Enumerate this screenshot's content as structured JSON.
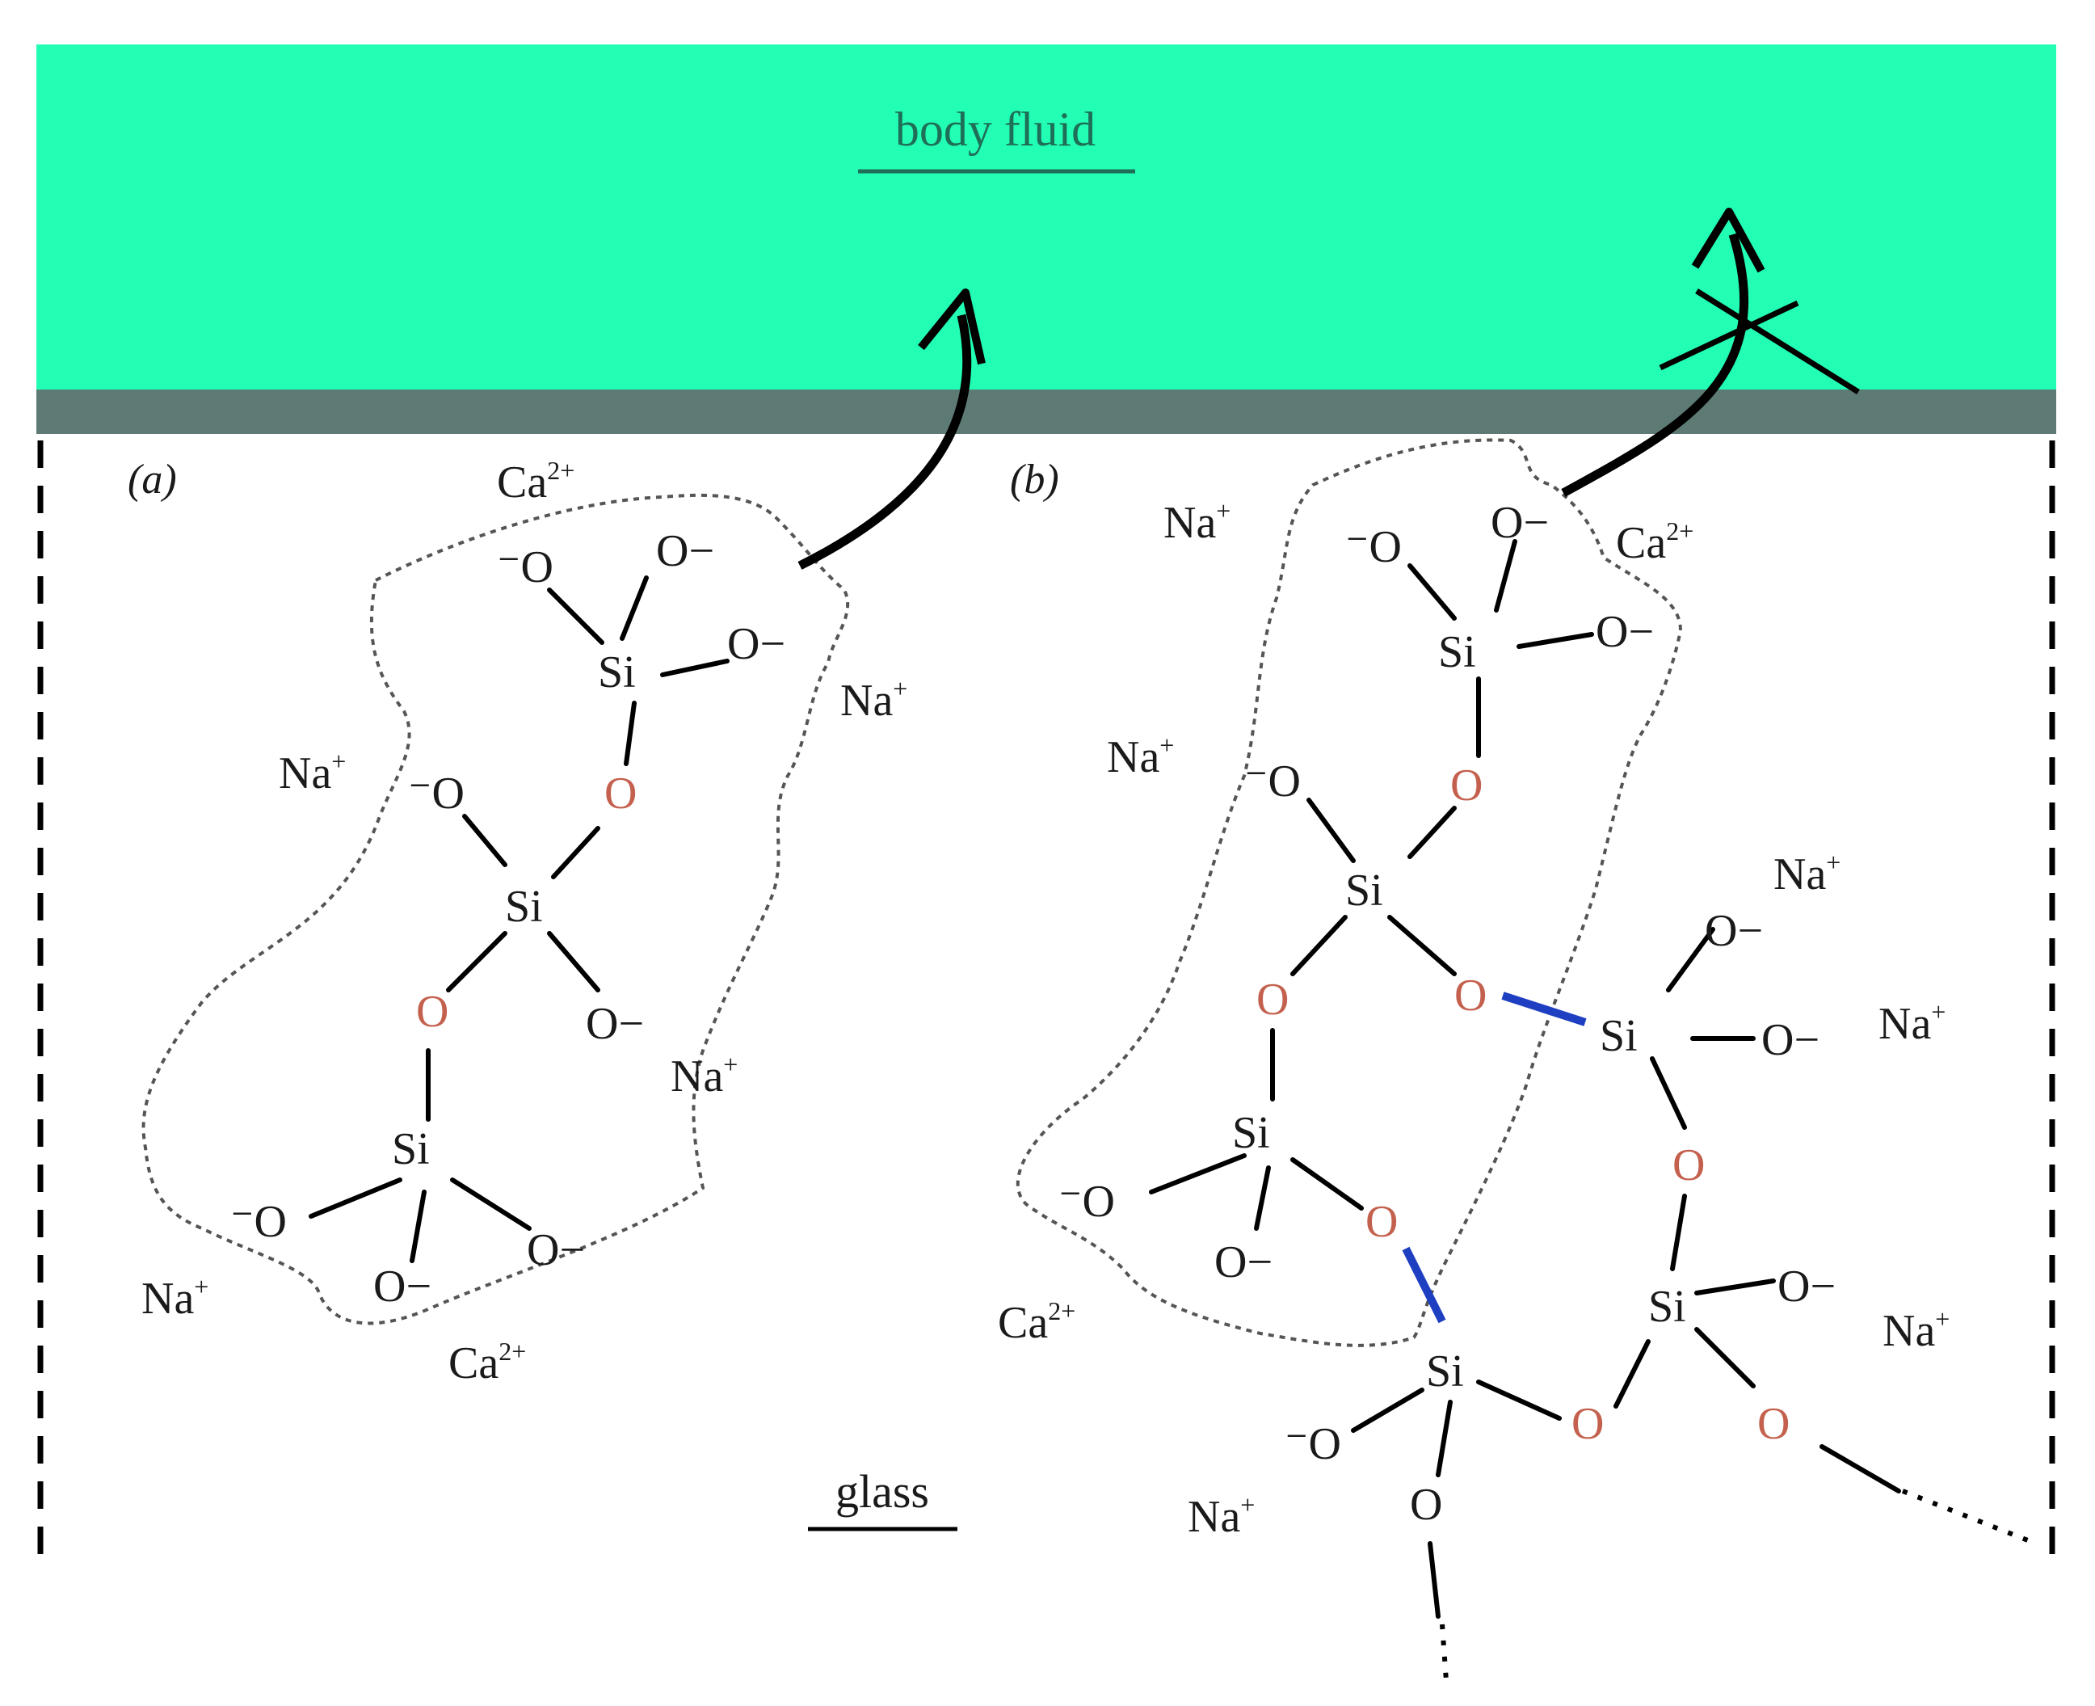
{
  "labels": {
    "body_fluid": "body fluid",
    "glass": "glass",
    "panel_a": "(a)",
    "panel_b": "(b)"
  },
  "ions": {
    "sodium": "Na+",
    "calcium": "Ca2+"
  },
  "atoms": {
    "silicon": "Si",
    "oxygen_bridging": "O",
    "oxygen_nonbridging": "O−"
  },
  "colors": {
    "body_fluid": "#22ffb4",
    "interface_layer": "#5e7a74",
    "bridging_oxygen": "#c4614e",
    "bond_black": "#000000",
    "bond_blue": "#1f3fc2",
    "cluster_outline": "#555555"
  }
}
